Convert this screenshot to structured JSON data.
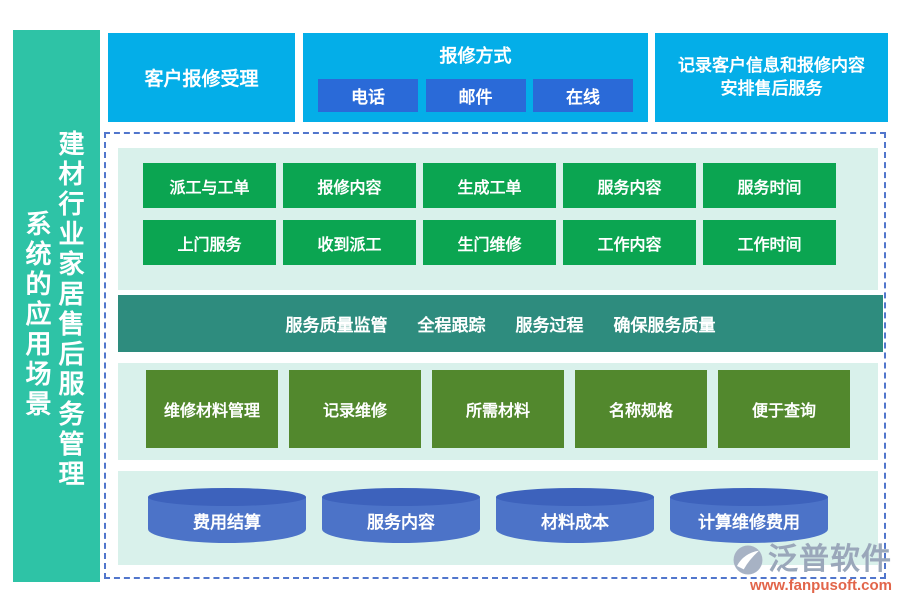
{
  "colors": {
    "sidebar_teal": "#2ec3a6",
    "top_box_cyan": "#04aee8",
    "option_button_blue": "#2a6ad8",
    "panel_mint": "#d9f1eb",
    "node_green": "#0ba551",
    "quality_band_teal": "#2e8c7e",
    "node_olive_green": "#52882d",
    "cylinder_blue": "#4c73c8",
    "dashed_border_blue": "#5176cc",
    "watermark_gray": "#9aa7ba",
    "watermark_orange": "#e2654a"
  },
  "sidebar": {
    "title_line1": "建材行业家居售后服务管理",
    "title_line2": "系统的应用场景"
  },
  "top_row": {
    "acceptance_label": "客户报修受理",
    "repair_method": {
      "title": "报修方式",
      "options": [
        "电话",
        "邮件",
        "在线"
      ]
    },
    "record_box": {
      "line1": "记录客户信息和报修内容",
      "line2": "安排售后服务"
    }
  },
  "work_order_panel": {
    "row1": [
      "派工与工单",
      "报修内容",
      "生成工单",
      "服务内容",
      "服务时间"
    ],
    "row2": [
      "上门服务",
      "收到派工",
      "生门维修",
      "工作内容",
      "工作时间"
    ]
  },
  "quality_band": {
    "items": [
      "服务质量监管",
      "全程跟踪",
      "服务过程",
      "确保服务质量"
    ]
  },
  "materials_panel": {
    "buttons": [
      "维修材料管理",
      "记录维修",
      "所需材料",
      "名称规格",
      "便于查询"
    ]
  },
  "billing_panel": {
    "cylinders": [
      "费用结算",
      "服务内容",
      "材料成本",
      "计算维修费用"
    ]
  },
  "watermark": {
    "brand": "泛普软件",
    "url": "www.fanpusoft.com"
  }
}
